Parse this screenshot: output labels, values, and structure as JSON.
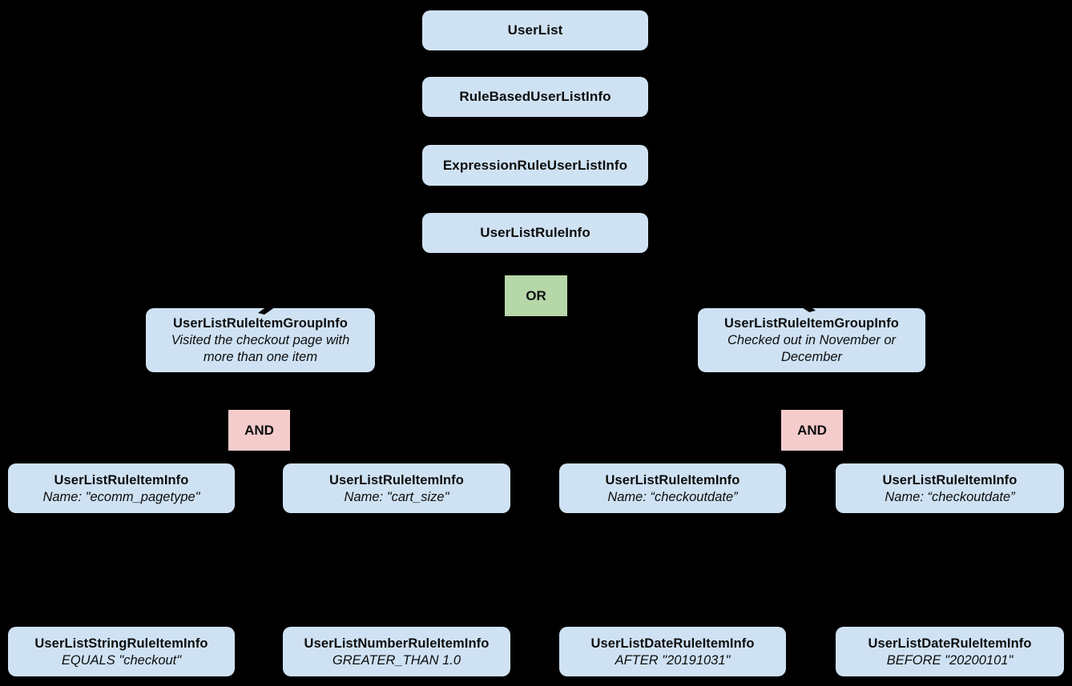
{
  "diagram": {
    "description": "UserList rule-based audience class hierarchy",
    "colors": {
      "background": "#000000",
      "node_fill": "#cfe2f3",
      "or_fill": "#b6d7a8",
      "and_fill": "#f4cccc",
      "text": "#0d0d0d"
    },
    "nodes": {
      "userlist": {
        "title": "UserList"
      },
      "rule_based_user_list_info": {
        "title": "RuleBasedUserListInfo"
      },
      "expression_rule_user_list_info": {
        "title": "ExpressionRuleUserListInfo"
      },
      "user_list_rule_info": {
        "title": "UserListRuleInfo"
      },
      "or_operator": {
        "label": "OR"
      },
      "group_left": {
        "title": "UserListRuleItemGroupInfo",
        "lines": [
          "Visited the checkout page with",
          "more than one item"
        ]
      },
      "group_right": {
        "title": "UserListRuleItemGroupInfo",
        "lines": [
          "Checked out in November or",
          "December"
        ]
      },
      "and_left": {
        "label": "AND"
      },
      "and_right": {
        "label": "AND"
      },
      "rule_item_1": {
        "title": "UserListRuleItemInfo",
        "subtitle": "Name: \"ecomm_pagetype\""
      },
      "rule_item_2": {
        "title": "UserListRuleItemInfo",
        "subtitle": "Name: \"cart_size\""
      },
      "rule_item_3": {
        "title": "UserListRuleItemInfo",
        "subtitle": "Name: “checkoutdate”"
      },
      "rule_item_4": {
        "title": "UserListRuleItemInfo",
        "subtitle": "Name: “checkoutdate”"
      },
      "leaf_string": {
        "title": "UserListStringRuleItemInfo",
        "subtitle": "EQUALS \"checkout\""
      },
      "leaf_number": {
        "title": "UserListNumberRuleItemInfo",
        "subtitle": "GREATER_THAN 1.0"
      },
      "leaf_date_after": {
        "title": "UserListDateRuleItemInfo",
        "subtitle": "AFTER \"20191031\""
      },
      "leaf_date_before": {
        "title": "UserListDateRuleItemInfo",
        "subtitle": "BEFORE \"20200101\""
      }
    }
  }
}
